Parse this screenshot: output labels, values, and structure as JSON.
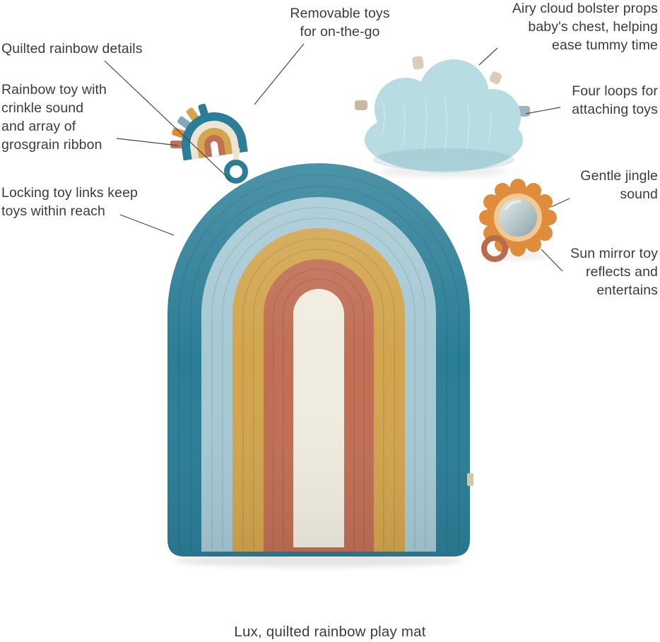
{
  "product": {
    "caption": "Lux, quilted rainbow play mat"
  },
  "callouts": {
    "quilted_details": "Quilted rainbow details",
    "rainbow_toy": "Rainbow toy with\ncrinkle sound\nand array of\ngrosgrain ribbon",
    "locking_links": "Locking toy links keep\ntoys within reach",
    "removable_toys": "Removable toys\nfor on-the-go",
    "airy_cloud": "Airy cloud bolster props\nbaby's chest, helping\nease tummy time",
    "four_loops": "Four loops for\nattaching toys",
    "jingle": "Gentle jingle\nsound",
    "sun_mirror": "Sun mirror toy\nreflects and\nentertains"
  },
  "colors": {
    "teal": "#2b7e97",
    "light_blue": "#a6c9d4",
    "mustard": "#d2a54e",
    "terracotta": "#c16f55",
    "cream": "#f0ece0",
    "cloud_blue": "#b7dce2",
    "sun_orange": "#df8c3b",
    "peach": "#f2c893",
    "mirror_light": "#e6ecec",
    "mirror_dark": "#8ba4ac",
    "text": "#3c3c3c",
    "line": "#474747"
  }
}
